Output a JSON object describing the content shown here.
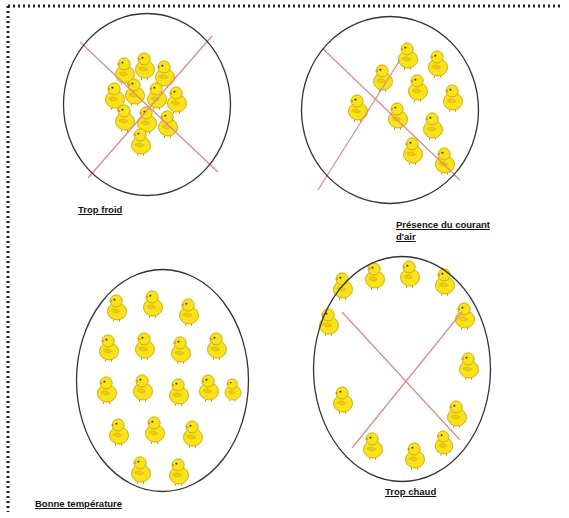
{
  "diagram": {
    "nodes": [
      {
        "text": [
          "Trop froid"
        ]
      },
      {
        "text": [
          "Présence du courant d'air"
        ]
      },
      {
        "text": [
          "Bonne température"
        ]
      },
      {
        "text": [
          "Trop chaud"
        ]
      }
    ]
  }
}
